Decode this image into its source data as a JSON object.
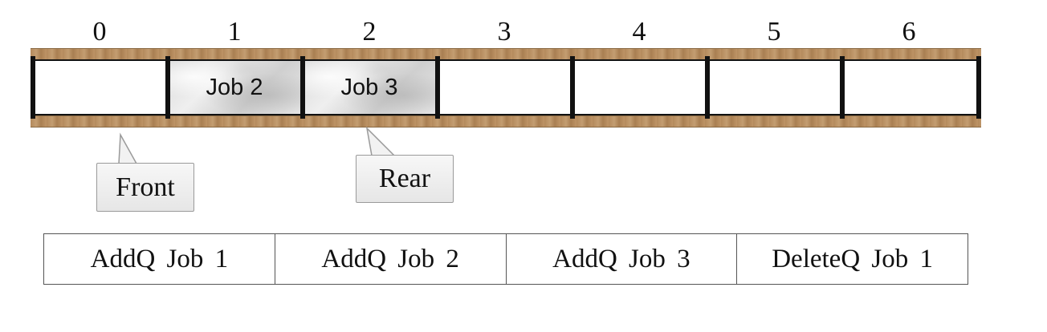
{
  "queue": {
    "indices": [
      "0",
      "1",
      "2",
      "3",
      "4",
      "5",
      "6"
    ],
    "cells": [
      "",
      "Job 2",
      "Job 3",
      "",
      "",
      "",
      ""
    ],
    "filled": [
      false,
      true,
      true,
      false,
      false,
      false,
      false
    ]
  },
  "pointers": {
    "front": {
      "label": "Front",
      "index": 0
    },
    "rear": {
      "label": "Rear",
      "index": 2
    }
  },
  "operations": [
    "AddQ  Job 1",
    "AddQ  Job 2",
    "AddQ  Job 3",
    "DeleteQ  Job 1"
  ],
  "colors": {
    "rail": "#b48a5c",
    "cell_border": "#111111",
    "filled_cell": "#e0e0e0",
    "callout_fill": "#f0f0f0"
  }
}
